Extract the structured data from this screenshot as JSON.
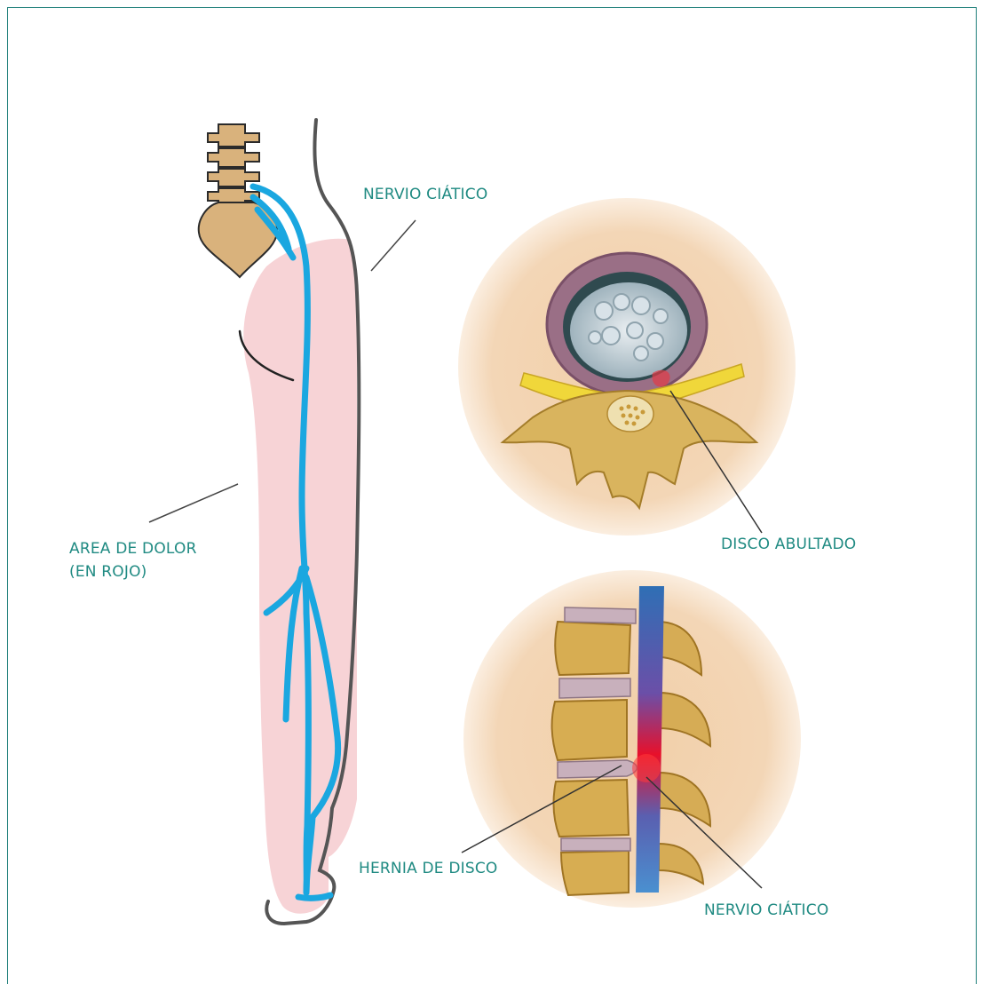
{
  "labels": {
    "nervio_ciatico_top": "NERVIO CIÁTICO",
    "area_dolor_line1": "AREA DE DOLOR",
    "area_dolor_line2": "(EN ROJO)",
    "disco_abultado": "DISCO ABULTADO",
    "hernia_de_disco": "HERNIA DE DISCO",
    "nervio_ciatico_bottom": "NERVIO CIÁTICO"
  },
  "colors": {
    "label_teal": "#1f8a82",
    "frame_teal": "#1f7f7a",
    "nerve_blue": "#1aa7e0",
    "pain_pink": "#f7d3d6",
    "bone_tan": "#d9b27c",
    "circle_peach": "#f2d4b2"
  }
}
